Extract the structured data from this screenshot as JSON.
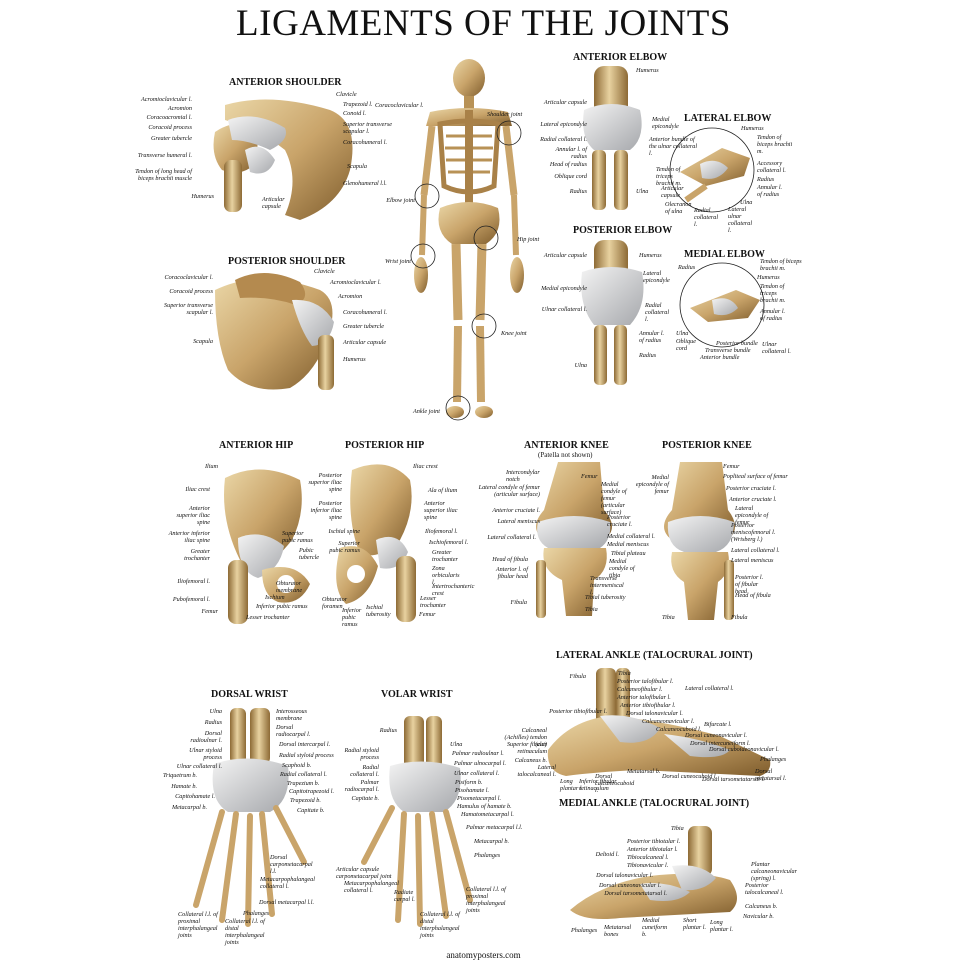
{
  "title": "LIGAMENTS OF THE JOINTS",
  "footer": "anatomyposters.com",
  "colors": {
    "bone": "#c9a46a",
    "bone_dark": "#8d6a35",
    "bone_light": "#e6cf9d",
    "ligament": "#d9dadc",
    "ligament_dark": "#9ea0a4"
  },
  "sections": {
    "anterior_shoulder": "ANTERIOR SHOULDER",
    "posterior_shoulder": "POSTERIOR SHOULDER",
    "anterior_elbow": "ANTERIOR ELBOW",
    "lateral_elbow": "LATERAL ELBOW",
    "posterior_elbow": "POSTERIOR ELBOW",
    "medial_elbow": "MEDIAL ELBOW",
    "anterior_hip": "ANTERIOR HIP",
    "posterior_hip": "POSTERIOR HIP",
    "anterior_knee": "ANTERIOR KNEE",
    "anterior_knee_note": "(Patella not shown)",
    "posterior_knee": "POSTERIOR KNEE",
    "lateral_ankle": "LATERAL ANKLE (TALOCRURAL JOINT)",
    "dorsal_wrist": "DORSAL WRIST",
    "volar_wrist": "VOLAR WRIST",
    "medial_ankle": "MEDIAL ANKLE (TALOCRURAL JOINT)"
  },
  "labels": {
    "ant_shoulder": [
      "Acromioclavicular l.",
      "Acromion",
      "Coracoacromial l.",
      "Coracoid process",
      "Greater tubercle",
      "Transverse humeral l.",
      "Tendon of long head of biceps brachii muscle",
      "Humerus",
      "Clavicle",
      "Trapezoid l.",
      "Conoid l.",
      "Coracoclavicular l.",
      "Superior transverse scapular l.",
      "Coracohumeral l.",
      "Scapula",
      "Glenohumeral l.l.",
      "Articular capsule"
    ],
    "post_shoulder": [
      "Coracoclavicular l.",
      "Coracoid process",
      "Superior transverse scapular l.",
      "Scapula",
      "Clavicle",
      "Acromioclavicular l.",
      "Acromion",
      "Coracohumeral l.",
      "Greater tubercle",
      "Articular capsule",
      "Humerus"
    ],
    "skeleton": [
      "Shoulder joint",
      "Elbow joint",
      "Wrist joint",
      "Hip joint",
      "Knee joint",
      "Ankle joint"
    ],
    "ant_elbow": [
      "Humerus",
      "Articular capsule",
      "Medial epicondyle",
      "Lateral epicondyle",
      "Radial collateral l.",
      "Anterior bundle of the ulnar collateral l.",
      "Annular l. of radius",
      "Head of radius",
      "Oblique cord",
      "Radius",
      "Ulna"
    ],
    "lat_elbow": [
      "Humerus",
      "Tendon of biceps brachii m.",
      "Accessory collateral l.",
      "Radius",
      "Annular l. of radius",
      "Ulna",
      "Lateral ulnar collateral l.",
      "Radial collateral l.",
      "Olecranon of ulna",
      "Articular capsule",
      "Tendon of triceps brachii m."
    ],
    "post_elbow": [
      "Articular capsule",
      "Humerus",
      "Lateral epicondyle",
      "Medial epicondyle",
      "Ulnar collateral l.",
      "Radial collateral l.",
      "Annular l. of radius",
      "Radius",
      "Ulna"
    ],
    "med_elbow": [
      "Radius",
      "Tendon of biceps brachii m.",
      "Humerus",
      "Tendon of triceps brachii m.",
      "Annular l. of radius",
      "Ulna",
      "Oblique cord",
      "Posterior bundle",
      "Transverse bundle",
      "Anterior bundle",
      "Ulnar collateral l."
    ],
    "ant_hip": [
      "Ilium",
      "Iliac crest",
      "Anterior superior iliac spine",
      "Anterior inferior iliac spine",
      "Greater trochanter",
      "Iliofemoral l.",
      "Pubofemoral l.",
      "Femur",
      "Superior pubic ramus",
      "Pubic tubercle",
      "Obturator membrane",
      "Ischium",
      "Inferior pubic ramus",
      "Lesser trochanter"
    ],
    "post_hip": [
      "Posterior superior iliac spine",
      "Posterior inferior iliac spine",
      "Ischial spine",
      "Superior pubic ramus",
      "Obturator foramen",
      "Inferior pubic ramus",
      "Ischial tuberosity",
      "Iliac crest",
      "Ala of ilium",
      "Anterior superior iliac spine",
      "Iliofemoral l.",
      "Ischiofemoral l.",
      "Greater trochanter",
      "Zona orbicularis l.",
      "Intertrochanteric crest",
      "Lesser trochanter",
      "Femur"
    ],
    "ant_knee": [
      "Intercondylar notch",
      "Lateral condyle of femur (articular surface)",
      "Anterior cruciate l.",
      "Lateral meniscus",
      "Lateral collateral l.",
      "Head of fibula",
      "Anterior l. of fibular head",
      "Fibula",
      "Femur",
      "Medial condyle of femur (articular surface)",
      "Posterior cruciate l.",
      "Medial collateral l.",
      "Medial meniscus",
      "Tibial plateau",
      "Medial condyle of tibia",
      "Transverse intermeniscal l.",
      "Tibial tuberosity",
      "Tibia"
    ],
    "post_knee": [
      "Femur",
      "Popliteal surface of femur",
      "Medial epicondyle of femur",
      "Posterior cruciate l.",
      "Anterior cruciate l.",
      "Lateral epicondyle of femur",
      "Posterior meniscofemoral l. (Wrisberg l.)",
      "Lateral collateral l.",
      "Lateral meniscus",
      "Posterior l. of fibular head",
      "Head of fibula",
      "Tibia",
      "Fibula"
    ],
    "lat_ankle": [
      "Fibula",
      "Tibia",
      "Posterior talofibular l.",
      "Calcaneofibular l.",
      "Anterior talofibular l.",
      "Lateral collateral l.",
      "Posterior tibiofibular l.",
      "Anterior tibiofibular l.",
      "Dorsal talonavicular l.",
      "Calcaneonavicular l.",
      "Calcaneocuboid l.",
      "Bifurcate l.",
      "Dorsal cuneonavicular l.",
      "Dorsal intercuneiform l.",
      "Dorsal cuboideonavicular l.",
      "Calcaneal (Achilles) tendon (cut)",
      "Superior fibular retinaculum",
      "Calcaneus b.",
      "Lateral talocalcaneal l.",
      "Long plantar l.",
      "Inferior fibular retinaculum",
      "Dorsal calcaneocuboid l.",
      "Metatarsal b.",
      "Dorsal cuneocuboid l.",
      "Dorsal tarsometatarsal l.",
      "Dorsal metatarsal l.",
      "Phalanges"
    ],
    "dorsal_wrist": [
      "Ulna",
      "Radius",
      "Dorsal radioulnar l.",
      "Ulnar styloid process",
      "Ulnar collateral l.",
      "Triquetrum b.",
      "Hamate b.",
      "Capitohamate l.",
      "Metacarpal b.",
      "Interosseous membrane",
      "Dorsal radiocarpal l.",
      "Dorsal intercarpal l.",
      "Radial styloid process",
      "Scaphoid b.",
      "Radial collateral l.",
      "Trapezium b.",
      "Capitotrapezoid l.",
      "Trapezoid b.",
      "Capitate b.",
      "Dorsal carpometacarpal l.l.",
      "Metacarpophalangeal collateral l.",
      "Dorsal metacarpal l.l.",
      "Phalanges",
      "Collateral l.l. of proximal interphalangeal joints",
      "Collateral l.l. of distal interphalangeal joints"
    ],
    "volar_wrist": [
      "Radius",
      "Radial styloid process",
      "Radial collateral l.",
      "Palmar radiocarpal l.",
      "Capitate b.",
      "Ulna",
      "Palmar radioulnar l.",
      "Palmar ulnocarpal l.",
      "Ulnar collateral l.",
      "Pisiform b.",
      "Pisohamate l.",
      "Pisometacarpal l.",
      "Hamulus of hamate b.",
      "Hamatometacarpal l.",
      "Palmar metacarpal l.l.",
      "Metacarpal b.",
      "Phalanges",
      "Articular capsule carpometacarpal joint",
      "Metacarpophalangeal collateral l.",
      "Radiate carpal l.",
      "Collateral l.l. of proximal interphalangeal joints",
      "Collateral l.l. of distal interphalangeal joints"
    ],
    "med_ankle": [
      "Tibia",
      "Posterior tibiotalar l.",
      "Anterior tibiotalar l.",
      "Tibiocalcaneal l.",
      "Tibionavicular l.",
      "Deltoid l.",
      "Dorsal talonavicular l.",
      "Dorsal cuneonavicular l.",
      "Dorsal tarsometatarsal l.",
      "Plantar calcaneonavicular (spring) l.",
      "Posterior talocalcaneal l.",
      "Calcaneus b.",
      "Navicular b.",
      "Phalanges",
      "Metatarsal bones",
      "Medial cuneiform b.",
      "Short plantar l.",
      "Long plantar l."
    ]
  }
}
